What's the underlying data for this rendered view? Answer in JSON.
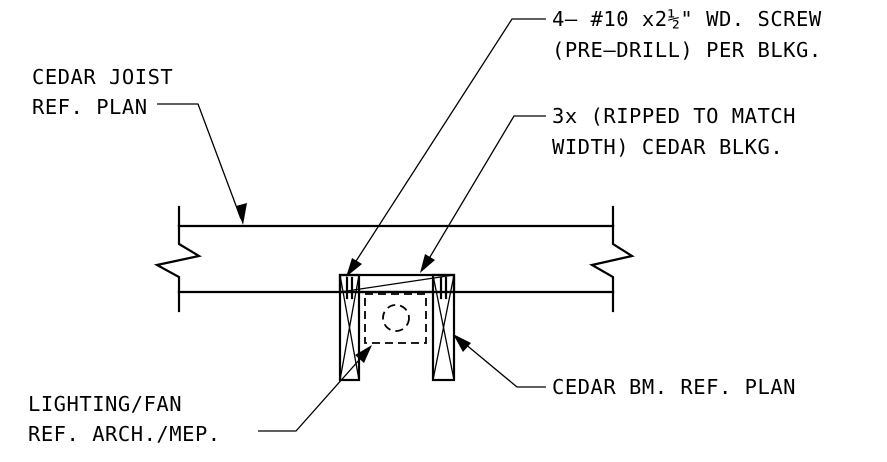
{
  "labels": {
    "screw_line1": "4– #10 x2½\" WD. SCREW",
    "screw_line2": "(PRE–DRILL) PER BLKG.",
    "joist_line1": "CEDAR JOIST",
    "joist_line2": "REF. PLAN",
    "blocking_line1": "3x (RIPPED TO MATCH",
    "blocking_line2": "WIDTH) CEDAR BLKG.",
    "lighting_line1": "LIGHTING/FAN",
    "lighting_line2": "REF. ARCH./MEP.",
    "beam_line1": "CEDAR BM. REF. PLAN"
  }
}
